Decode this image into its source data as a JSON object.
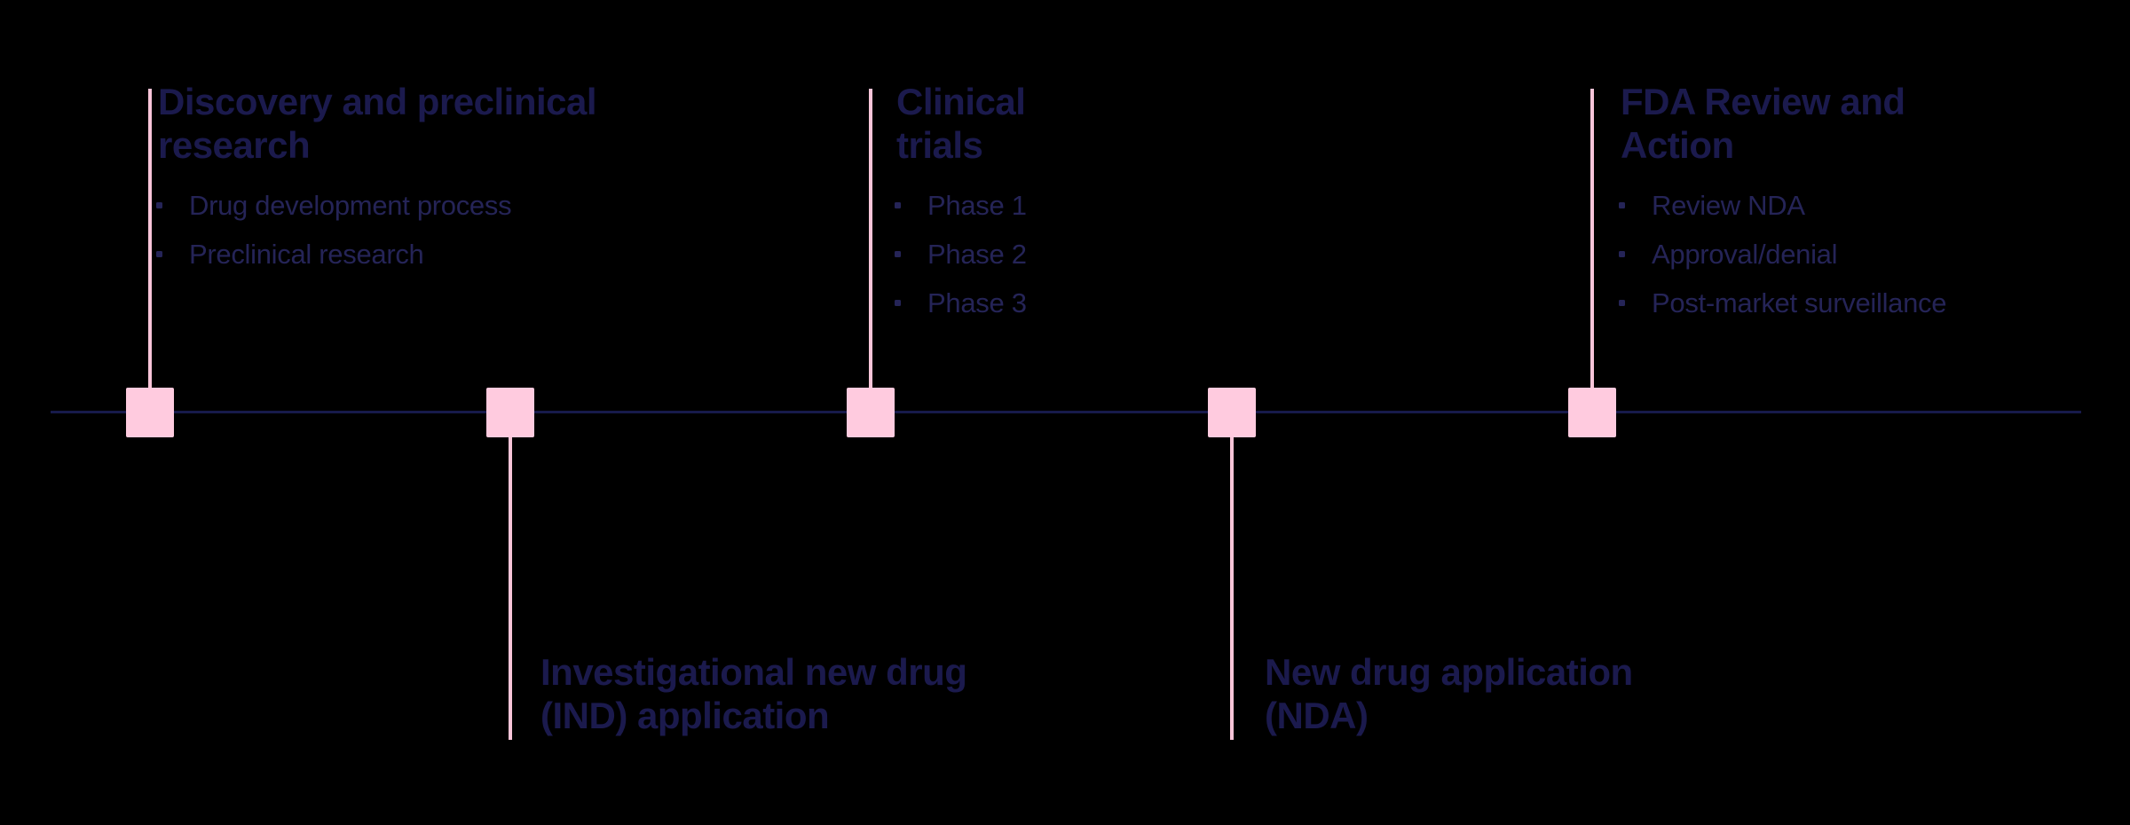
{
  "diagram": {
    "type": "horizontal-timeline",
    "topic": "Drug development and FDA approval process"
  },
  "colors": {
    "background": "#000000",
    "axis_navy": "#171A4B",
    "title_navy": "#1B1A4D",
    "body_navy": "#252457",
    "marker_pink": "#FFCBDF",
    "connector_pink": "#F8C5D9"
  },
  "milestones": [
    {
      "id": "discovery-preclinical",
      "side": "top",
      "title": "Discovery and preclinical research",
      "title_lines": [
        "Discovery and preclinical",
        "research"
      ],
      "bullets": [
        "Drug development process",
        "Preclinical research"
      ]
    },
    {
      "id": "ind-application",
      "side": "bottom",
      "title": "Investigational new drug (IND) application",
      "title_lines": [
        "Investigational new drug",
        "(IND) application"
      ],
      "bullets": []
    },
    {
      "id": "clinical-trials",
      "side": "top",
      "title": "Clinical trials",
      "title_lines": [
        "Clinical",
        "trials"
      ],
      "bullets": [
        "Phase 1",
        "Phase 2",
        "Phase 3"
      ]
    },
    {
      "id": "nda",
      "side": "bottom",
      "title": "New drug application (NDA)",
      "title_lines": [
        "New drug application",
        "(NDA)"
      ],
      "bullets": []
    },
    {
      "id": "fda-review-action",
      "side": "top",
      "title": "FDA Review and Action",
      "title_lines": [
        "FDA Review and",
        "Action"
      ],
      "bullets": [
        "Review NDA",
        "Approval/denial",
        "Post-market surveillance"
      ]
    }
  ]
}
